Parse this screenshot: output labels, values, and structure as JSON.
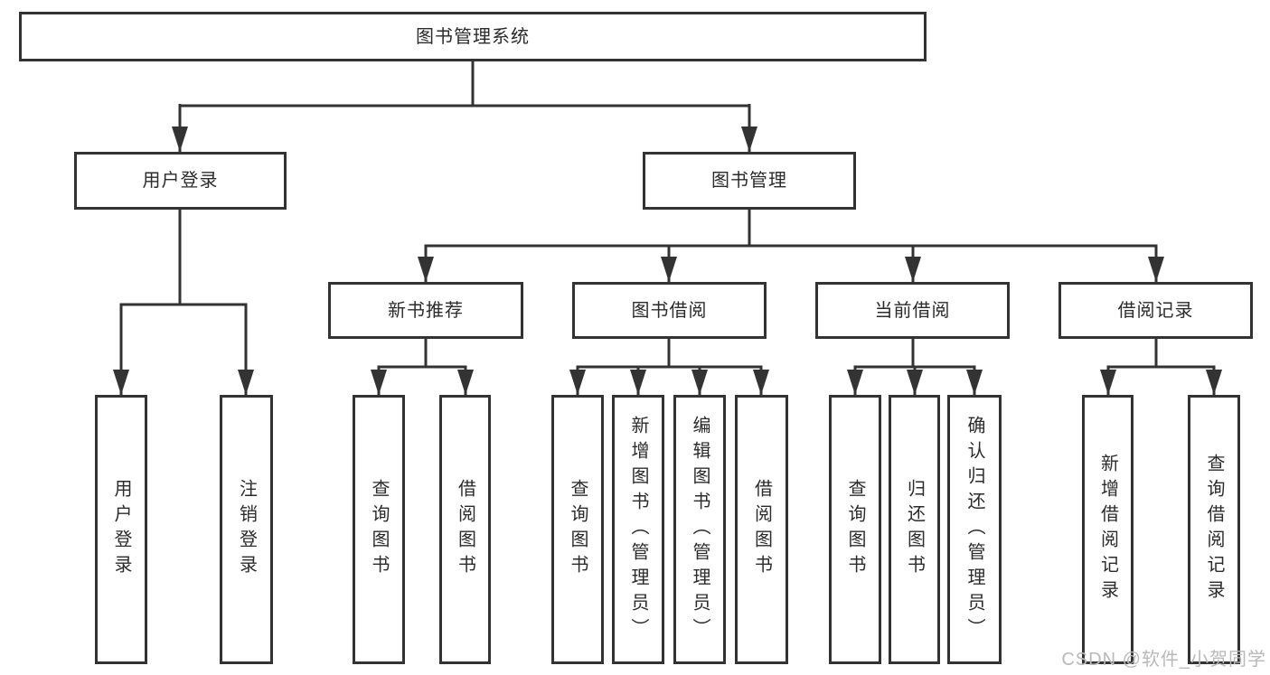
{
  "tree": {
    "label": "图书管理系统",
    "children": [
      {
        "label": "用户登录",
        "children": [
          {
            "label": "用户登录"
          },
          {
            "label": "注销登录"
          }
        ]
      },
      {
        "label": "图书管理",
        "children": [
          {
            "label": "新书推荐",
            "children": [
              {
                "label": "查询图书"
              },
              {
                "label": "借阅图书"
              }
            ]
          },
          {
            "label": "图书借阅",
            "children": [
              {
                "label": "查询图书"
              },
              {
                "label": "新增图书（管理员）"
              },
              {
                "label": "编辑图书（管理员）"
              },
              {
                "label": "借阅图书"
              }
            ]
          },
          {
            "label": "当前借阅",
            "children": [
              {
                "label": "查询图书"
              },
              {
                "label": "归还图书"
              },
              {
                "label": "确认归还（管理员）"
              }
            ]
          },
          {
            "label": "借阅记录",
            "children": [
              {
                "label": "新增借阅记录"
              },
              {
                "label": "查询借阅记录"
              }
            ]
          }
        ]
      }
    ]
  },
  "watermark": "CSDN @软件_小贺同学",
  "colors": {
    "line": "#333333",
    "box_border": "#333333",
    "box_fill": "#ffffff",
    "text": "#2b2b2b",
    "watermark": "#b9b9b9",
    "background": "#ffffff"
  }
}
